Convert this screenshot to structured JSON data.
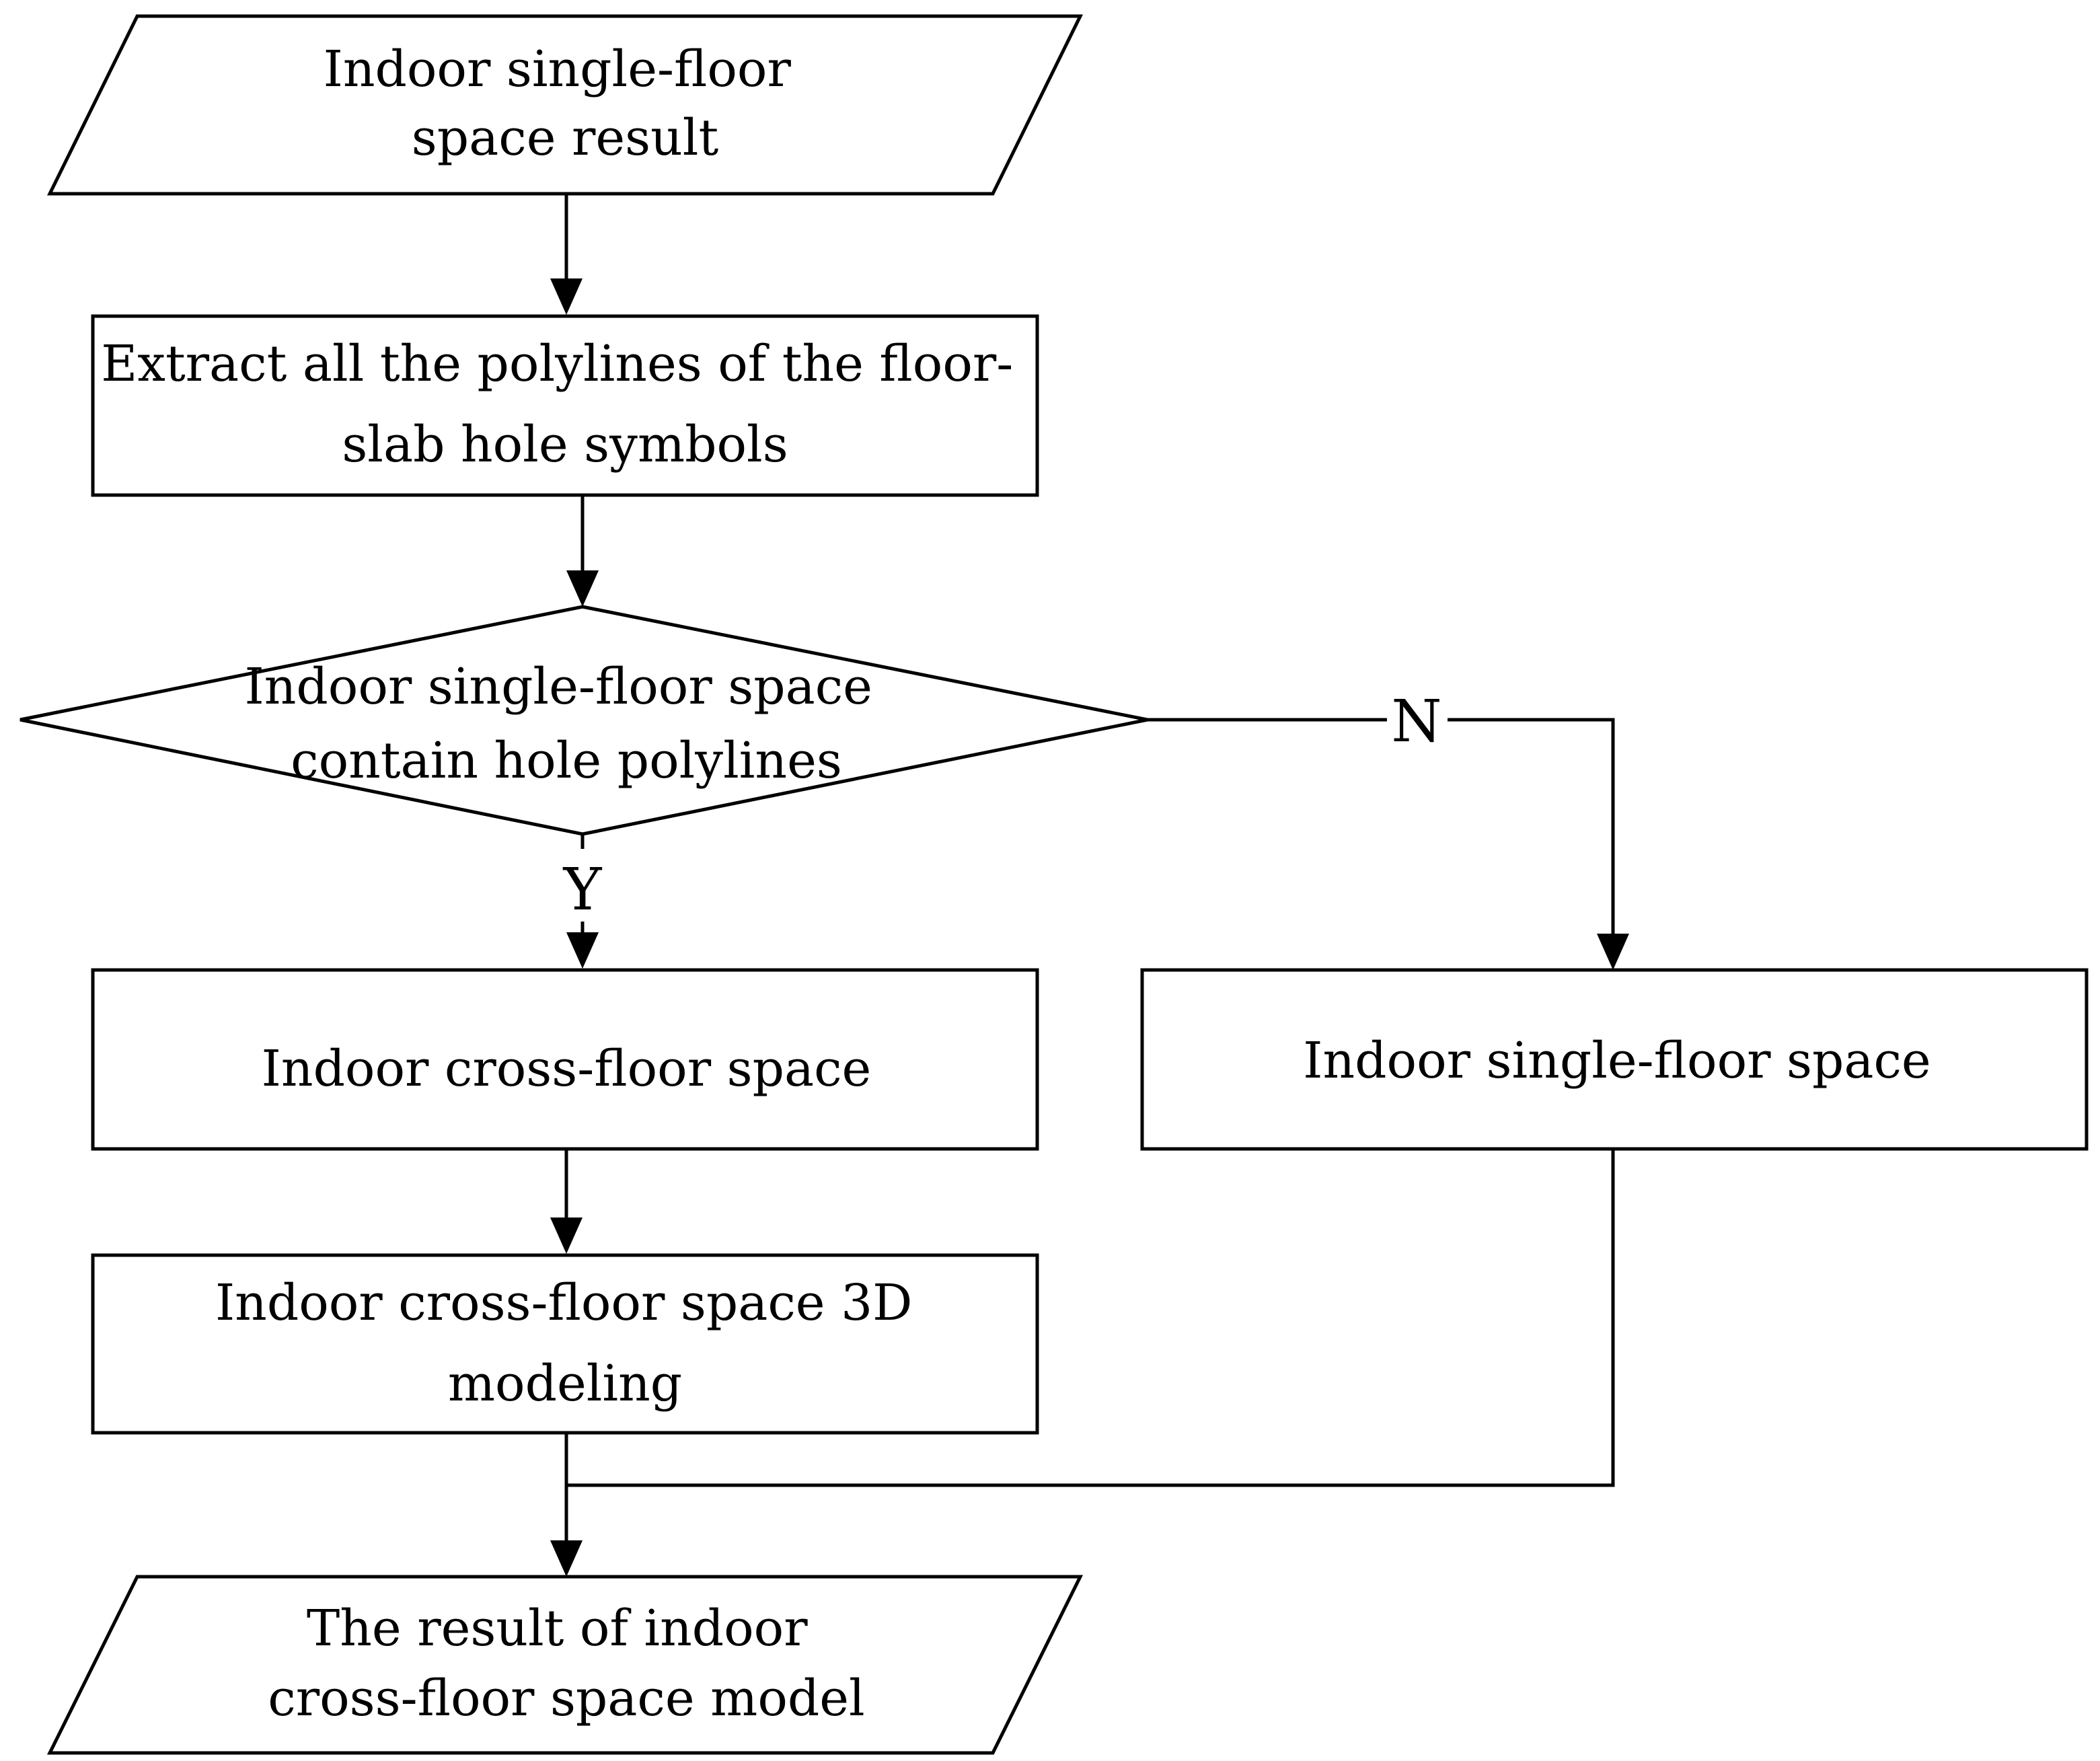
{
  "nodes": {
    "input": {
      "lines": [
        "Indoor single-floor",
        "space result"
      ]
    },
    "extract": {
      "lines": [
        "Extract all the polylines of the floor-",
        "slab hole symbols"
      ]
    },
    "decision": {
      "lines": [
        "Indoor single-floor  space",
        "contain hole polylines"
      ]
    },
    "cross_floor": {
      "lines": [
        "Indoor cross-floor space"
      ]
    },
    "single_floor": {
      "lines": [
        "Indoor single-floor space"
      ]
    },
    "modeling": {
      "lines": [
        "Indoor cross-floor space 3D",
        "modeling"
      ]
    },
    "output": {
      "lines": [
        "The result of indoor",
        "cross-floor space model"
      ]
    }
  },
  "edge_labels": {
    "yes": "Y",
    "no": "N"
  }
}
